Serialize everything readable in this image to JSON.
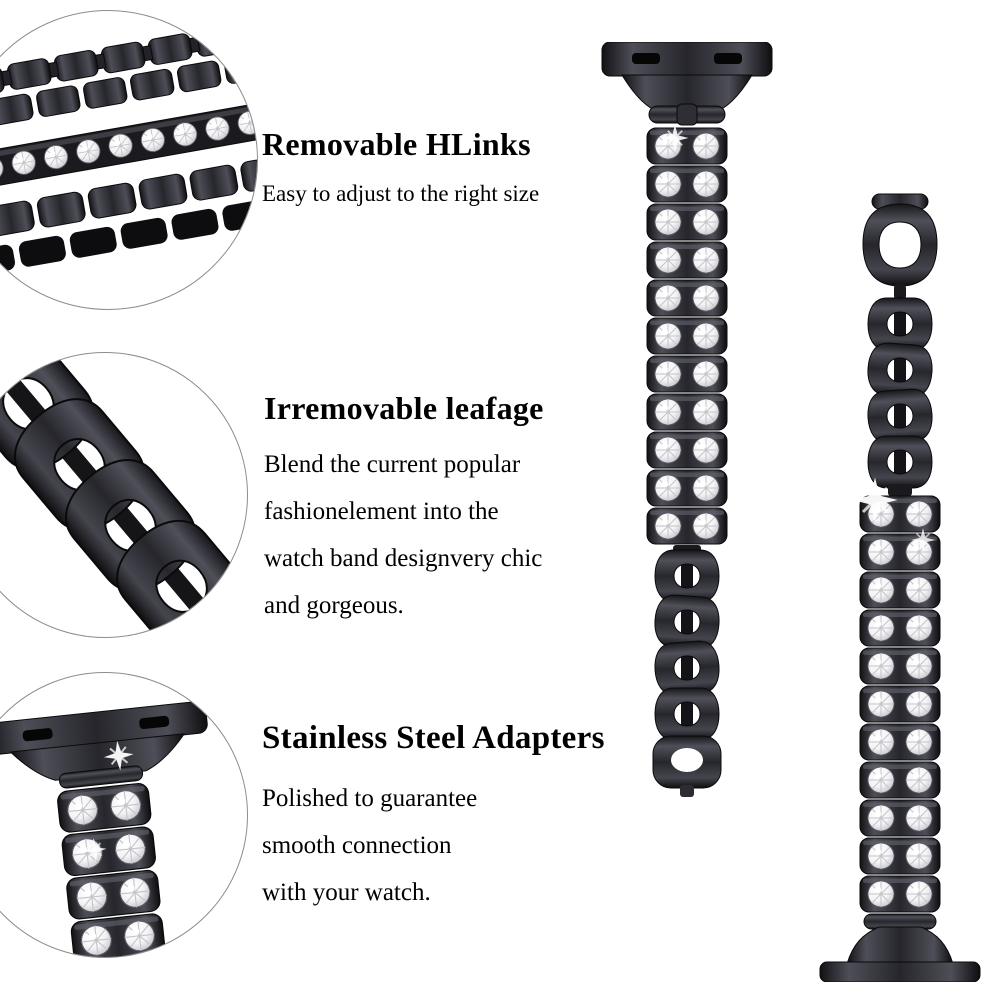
{
  "background": "#ffffff",
  "colors": {
    "text": "#000000",
    "band_metal_dark": "#121215",
    "band_metal_light": "#4e4e58",
    "gem_white": "#ffffff",
    "circle_border": "#8d8d8d"
  },
  "sections": [
    {
      "heading": "Removable HLinks",
      "body_lines": [
        "Easy to adjust to the right size"
      ]
    },
    {
      "heading": "Irremovable leafage",
      "body_lines": [
        "Blend the current popular",
        "fashionelement into the",
        "watch band designvery chic",
        "and gorgeous."
      ]
    },
    {
      "heading": "Stainless Steel Adapters",
      "body_lines": [
        "Polished to guarantee",
        "smooth connection",
        "with your watch."
      ]
    }
  ],
  "figures": {
    "circle_1": "removable-links-closeup",
    "circle_2": "chain-links-closeup",
    "circle_3": "stainless-adapter-closeup",
    "band_front": "watch-band-front-view",
    "band_back": "watch-band-back-view"
  }
}
